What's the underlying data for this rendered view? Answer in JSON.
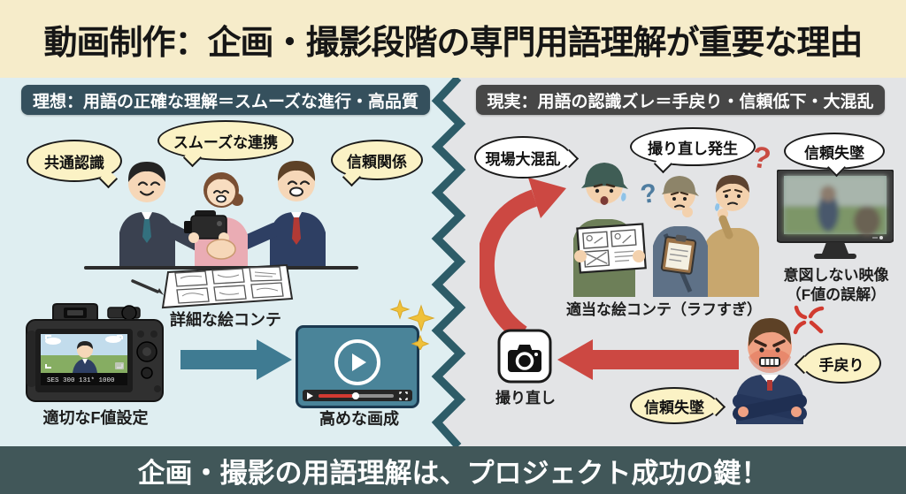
{
  "title": "動画制作：企画・撮影段階の専門用語理解が重要な理由",
  "footer": "企画・撮影の用語理解は、プロジェクト成功の鍵！",
  "ideal": {
    "header": "理想：用語の正確な理解＝スムーズな進行・高品質",
    "bubble_shared": "共通認識",
    "bubble_smooth": "スムーズな連携",
    "bubble_trust": "信頼関係",
    "storyboard_label": "詳細な絵コンテ",
    "camera_label": "適切なF値設定",
    "camera_osd": "SES   300   131*   1000",
    "player_label": "高めな画成"
  },
  "reality": {
    "header": "現実：用語の認識ズレ＝手戻り・信頼低下・大混乱",
    "bubble_chaos": "現場大混乱",
    "bubble_reshoot": "撮り直し発生",
    "bubble_trust_top": "信頼失墜",
    "question_mid": "?",
    "question_right": "?",
    "storyboard_label": "適当な絵コンテ（ラフすぎ）",
    "tv_label1": "意図しない映像",
    "tv_label2": "（F値の誤解）",
    "retake_label": "撮り直し",
    "bubble_rework": "手戻り",
    "bubble_trust_bottom": "信頼失墜"
  },
  "colors": {
    "cream": "#f6ecca",
    "ideal-bg": "#dfeef1",
    "reality-bg": "#e3e4e6",
    "ideal-badge": "#35505d",
    "reality-badge": "#474747",
    "footer-bg": "#415759",
    "divider": "#2d5c68",
    "teal": "#3f7b92",
    "red": "#cc4842",
    "bubble-yellow": "#fbf2c5"
  }
}
